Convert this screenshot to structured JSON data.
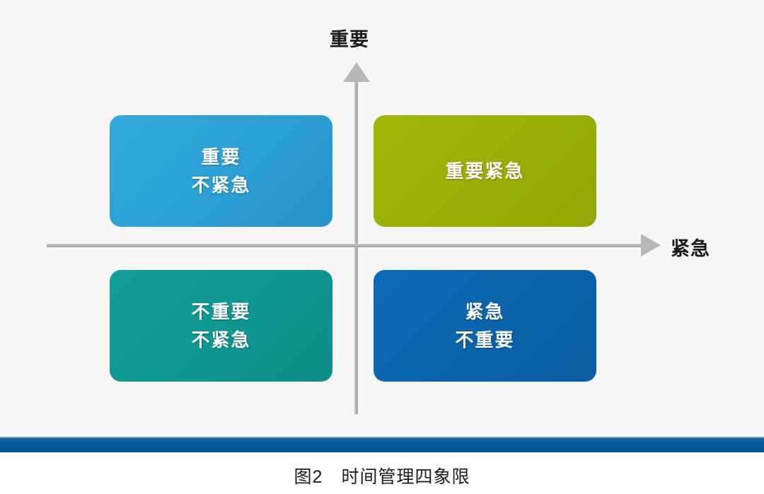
{
  "figure": {
    "background_color": "#f6f6f6",
    "axis_color": "#b4b4b4",
    "axis_y_label": "重要",
    "axis_x_label": "紧急"
  },
  "quadrants": [
    {
      "id": "important-not-urgent",
      "position": "top-left",
      "color": "#2b9fd4",
      "edge_color": "#1a7fae",
      "lines": [
        "重要",
        "不紧急"
      ]
    },
    {
      "id": "important-urgent",
      "position": "top-right",
      "color": "#9aad07",
      "edge_color": "#7e8e05",
      "lines": [
        "重要紧急"
      ]
    },
    {
      "id": "not-important-not-urgent",
      "position": "bottom-left",
      "color": "#0f9690",
      "edge_color": "#0b7772",
      "lines": [
        "不重要",
        "不紧急"
      ]
    },
    {
      "id": "urgent-not-important",
      "position": "bottom-right",
      "color": "#0b64ab",
      "edge_color": "#084f88",
      "lines": [
        "紧急",
        "不重要"
      ]
    }
  ],
  "footer": {
    "bar_color": "#05599a",
    "caption": "图2　时间管理四象限"
  }
}
